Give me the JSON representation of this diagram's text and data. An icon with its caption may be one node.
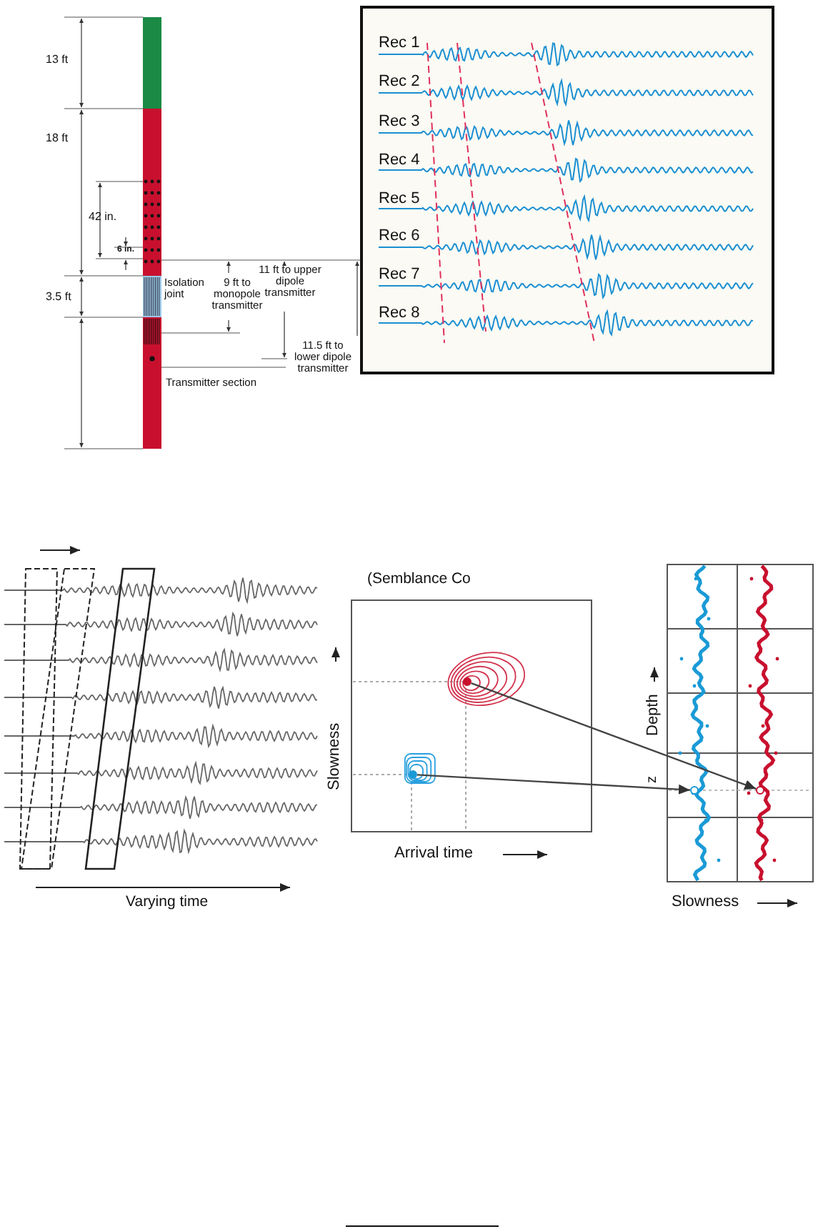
{
  "diagram": {
    "nodes": [
      {
        "text": [],
        "shape": "circle"
      },
      {
        "text": [],
        "shape": "circle"
      },
      {
        "text": [],
        "shape": "circle"
      },
      {
        "text": [],
        "shape": "circle"
      }
    ],
    "edges": [
      {
        "from": 0,
        "to": 3,
        "arrow": "to"
      },
      {
        "from": 1,
        "to": 2,
        "arrow": "to"
      }
    ],
    "labels": [
      "13 ft",
      "18 ft",
      "42 in.",
      "6 in.",
      "3.5 ft",
      "Isolation joint",
      "9 ft to monopole transmitter",
      "11 ft to upper dipole transmitter",
      "11.5 ft to lower dipole transmitter",
      "Transmitter section",
      "Rec 1",
      "Rec 2",
      "Rec 3",
      "Rec 4",
      "Rec 5",
      "Rec 6",
      "Rec 7",
      "Rec 8",
      "(Semblance Co",
      "Slowness",
      "Depth",
      "Varying time",
      "z",
      "Arrival time",
      "Slowness"
    ]
  }
}
